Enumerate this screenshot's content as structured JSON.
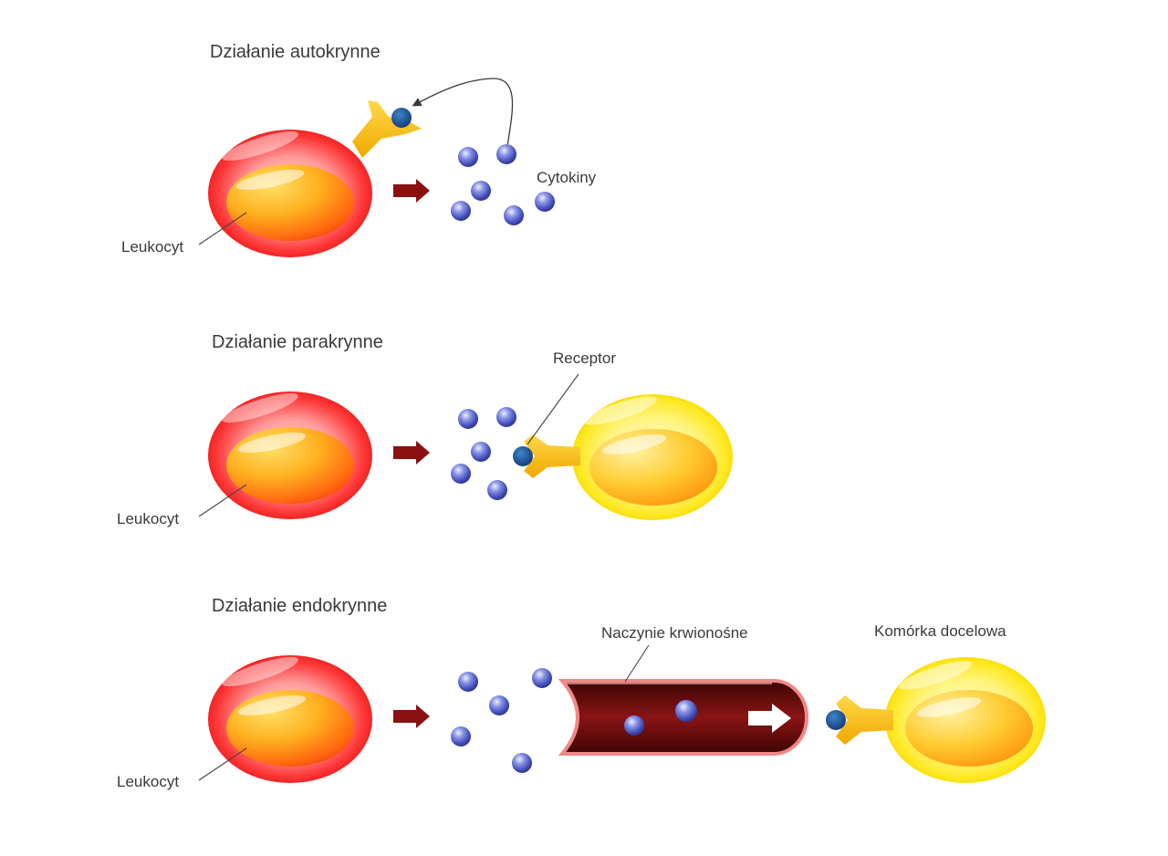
{
  "panels": {
    "autocrine": {
      "title": "Działanie autokrynne",
      "leukocyte_label": "Leukocyt",
      "cytokine_label": "Cytokiny"
    },
    "paracrine": {
      "title": "Działanie parakrynne",
      "leukocyte_label": "Leukocyt",
      "receptor_label": "Receptor"
    },
    "endocrine": {
      "title": "Działanie endokrynne",
      "leukocyte_label": "Leukocyt",
      "vessel_label": "Naczynie krwionośne",
      "target_label": "Komórka docelowa"
    }
  },
  "colors": {
    "leukocyte_outer": "#ff2222",
    "leukocyte_nucleus": "#ff9900",
    "target_cell": "#ffee33",
    "receptor": "#f2b90f",
    "cytokine": "#5a66cc",
    "arrow": "#8b1010",
    "vessel": "#5a0808"
  }
}
